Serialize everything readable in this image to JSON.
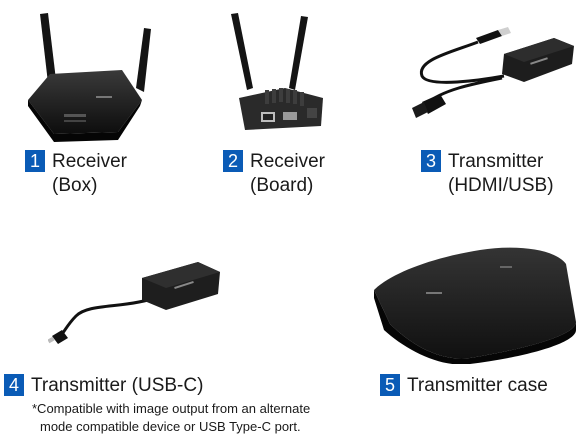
{
  "products": [
    {
      "number": "1",
      "name": "Receiver",
      "sub": "(Box)",
      "icon": "receiver-box-icon"
    },
    {
      "number": "2",
      "name": "Receiver",
      "sub": "(Board)",
      "icon": "receiver-board-icon"
    },
    {
      "number": "3",
      "name": "Transmitter",
      "sub": "(HDMI/USB)",
      "icon": "transmitter-hdmi-usb-icon"
    },
    {
      "number": "4",
      "name": "Transmitter (USB-C)",
      "icon": "transmitter-usb-c-icon"
    },
    {
      "number": "5",
      "name": "Transmitter case",
      "icon": "transmitter-case-icon"
    }
  ],
  "note": {
    "line1": "*Compatible with image output from an alternate",
    "line2": "mode compatible device or USB Type-C port."
  },
  "colors": {
    "badge": "#0a5bb6",
    "device": "#151515",
    "text": "#1a1a1a"
  }
}
